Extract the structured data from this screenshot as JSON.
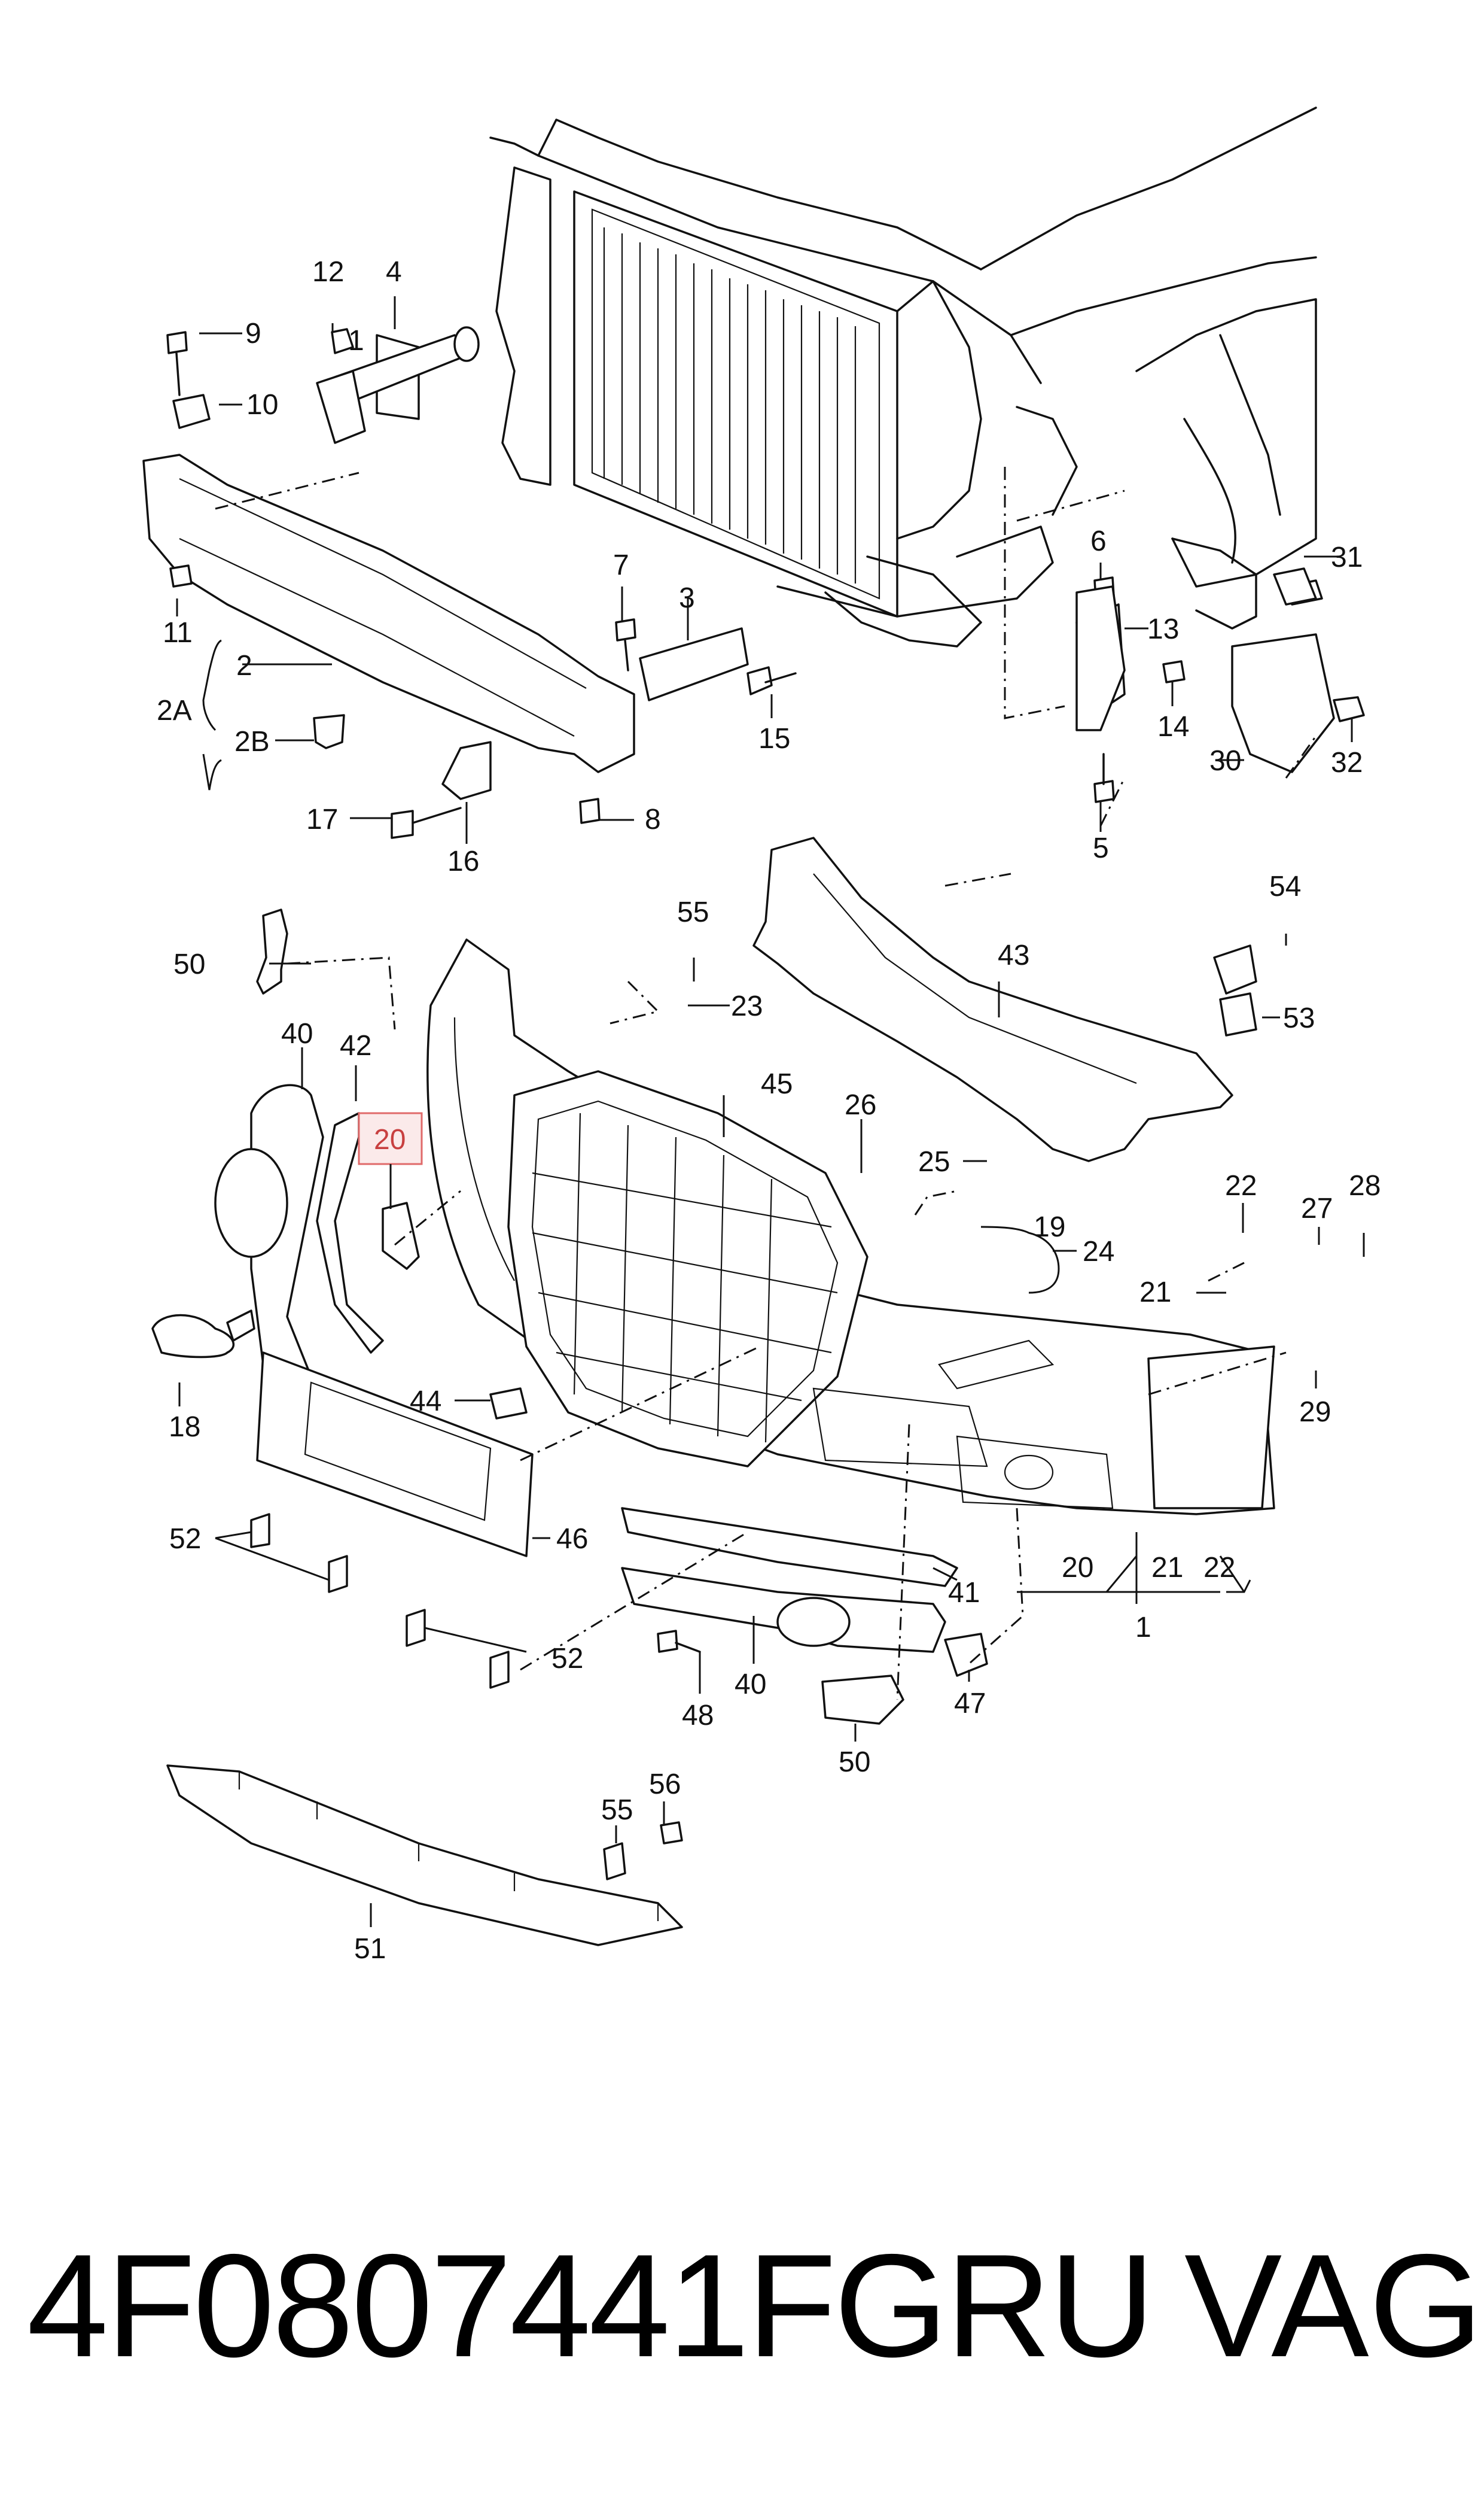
{
  "diagram": {
    "highlighted_callout": "20",
    "callouts": [
      {
        "id": "c12",
        "text": "12"
      },
      {
        "id": "c4",
        "text": "4"
      },
      {
        "id": "c9",
        "text": "9"
      },
      {
        "id": "c1a",
        "text": "1"
      },
      {
        "id": "c10",
        "text": "10"
      },
      {
        "id": "c11",
        "text": "11"
      },
      {
        "id": "c2",
        "text": "2"
      },
      {
        "id": "c2A",
        "text": "2A"
      },
      {
        "id": "c2B",
        "text": "2B"
      },
      {
        "id": "c17",
        "text": "17"
      },
      {
        "id": "c16",
        "text": "16"
      },
      {
        "id": "c8",
        "text": "8"
      },
      {
        "id": "c7",
        "text": "7"
      },
      {
        "id": "c3",
        "text": "3"
      },
      {
        "id": "c15",
        "text": "15"
      },
      {
        "id": "c6",
        "text": "6"
      },
      {
        "id": "c13",
        "text": "13"
      },
      {
        "id": "c14",
        "text": "14"
      },
      {
        "id": "c5",
        "text": "5"
      },
      {
        "id": "c31",
        "text": "31"
      },
      {
        "id": "c30",
        "text": "30"
      },
      {
        "id": "c32",
        "text": "32"
      },
      {
        "id": "c55a",
        "text": "55"
      },
      {
        "id": "c23",
        "text": "23"
      },
      {
        "id": "c43",
        "text": "43"
      },
      {
        "id": "c54",
        "text": "54"
      },
      {
        "id": "c53",
        "text": "53"
      },
      {
        "id": "c50a",
        "text": "50"
      },
      {
        "id": "c40a",
        "text": "40"
      },
      {
        "id": "c42",
        "text": "42"
      },
      {
        "id": "c45",
        "text": "45"
      },
      {
        "id": "c26",
        "text": "26"
      },
      {
        "id": "c25",
        "text": "25"
      },
      {
        "id": "c19",
        "text": "19"
      },
      {
        "id": "c24",
        "text": "24"
      },
      {
        "id": "c22a",
        "text": "22"
      },
      {
        "id": "c27",
        "text": "27"
      },
      {
        "id": "c28",
        "text": "28"
      },
      {
        "id": "c21a",
        "text": "21"
      },
      {
        "id": "c18",
        "text": "18"
      },
      {
        "id": "c44",
        "text": "44"
      },
      {
        "id": "c29",
        "text": "29"
      },
      {
        "id": "c46",
        "text": "46"
      },
      {
        "id": "c52a",
        "text": "52"
      },
      {
        "id": "c41",
        "text": "41"
      },
      {
        "id": "c20b",
        "text": "20"
      },
      {
        "id": "c21b",
        "text": "21"
      },
      {
        "id": "c22b",
        "text": "22"
      },
      {
        "id": "c1b",
        "text": "1"
      },
      {
        "id": "c52b",
        "text": "52"
      },
      {
        "id": "c48",
        "text": "48"
      },
      {
        "id": "c40b",
        "text": "40"
      },
      {
        "id": "c47",
        "text": "47"
      },
      {
        "id": "c50b",
        "text": "50"
      },
      {
        "id": "c55b",
        "text": "55"
      },
      {
        "id": "c56",
        "text": "56"
      },
      {
        "id": "c51",
        "text": "51"
      }
    ]
  },
  "footer": {
    "part_number": "4F0807441FGRU",
    "brand": "VAG"
  },
  "colors": {
    "line": "#111111",
    "highlight_fill": "#fbeaea",
    "highlight_stroke": "#e06a6a",
    "highlight_text": "#c84040"
  }
}
